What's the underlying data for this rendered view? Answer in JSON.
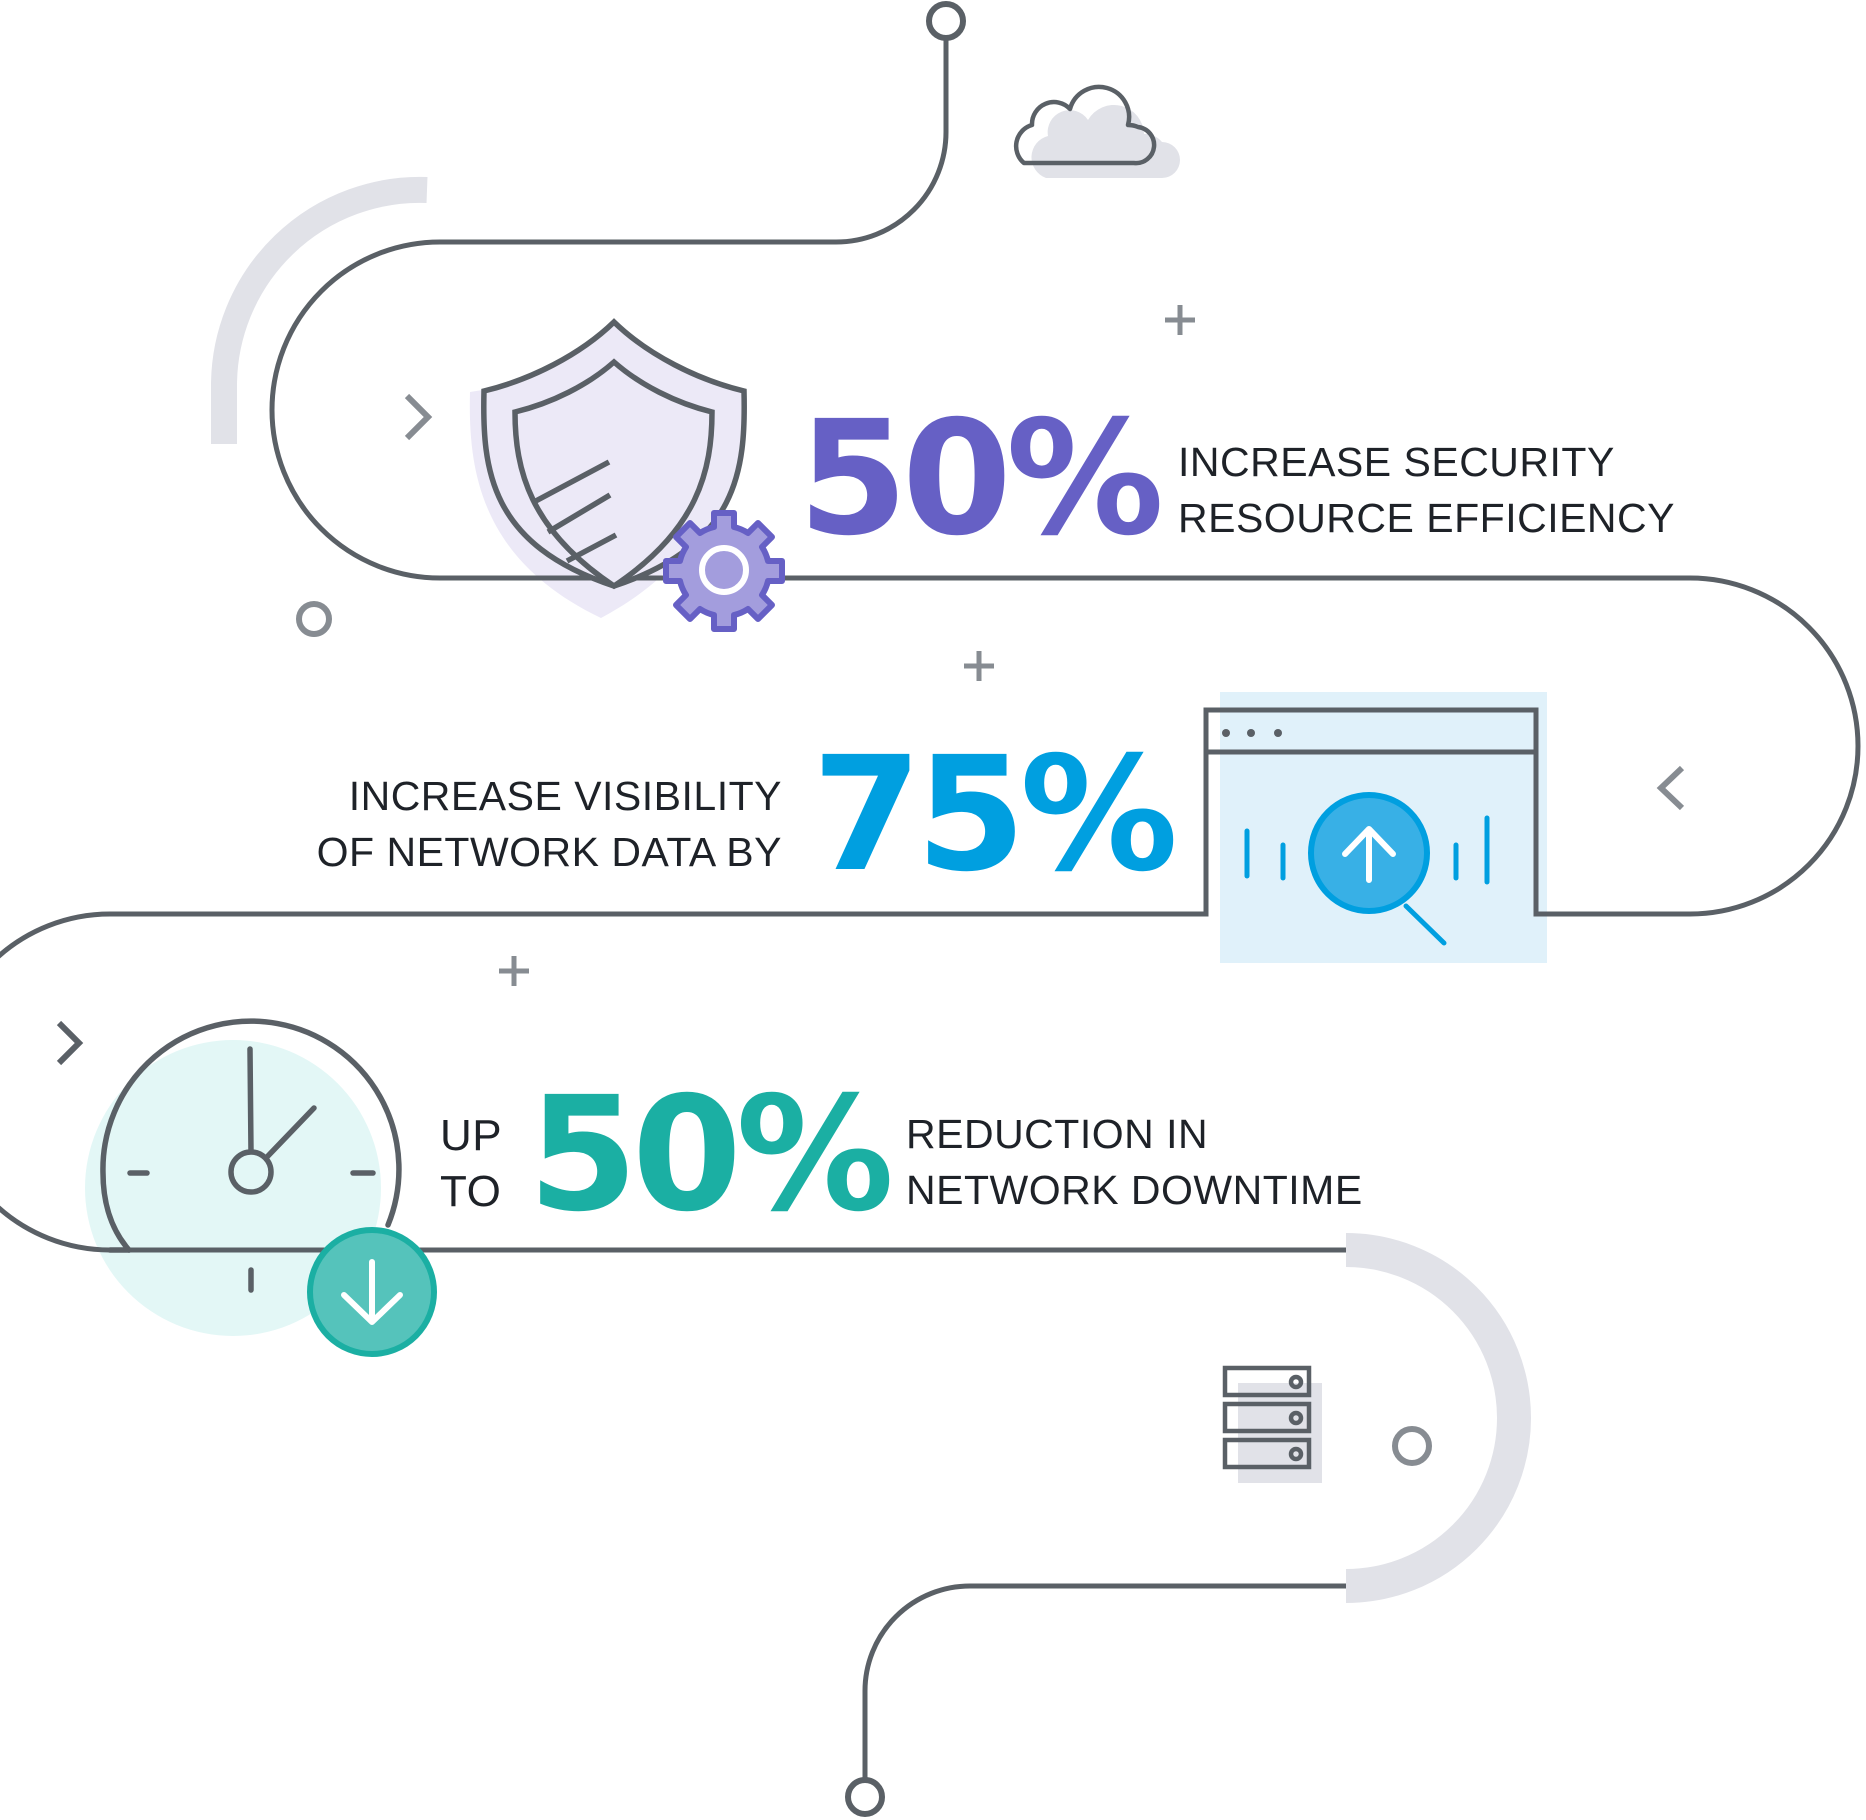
{
  "colors": {
    "path": "#5a6066",
    "muted_gray": "#e1e2e8",
    "purple": "#6660c5",
    "purple_light": "#ece9f7",
    "purple_gear_fill": "#a39ddd",
    "blue": "#009fe0",
    "blue_light": "#e0f1fa",
    "blue_circle_fill": "#38b0e6",
    "teal": "#1bafa3",
    "teal_light": "#e3f7f6",
    "teal_circle_fill": "#55c3bb",
    "text": "#1e2228",
    "accent_gray": "#878c92"
  },
  "stats": [
    {
      "value": "50%",
      "label_line1": "INCREASE SECURITY",
      "label_line2": "RESOURCE EFFICIENCY",
      "icon": "shield-with-gear-icon"
    },
    {
      "value": "75%",
      "label_line1": "INCREASE VISIBILITY",
      "label_line2": "OF NETWORK DATA BY",
      "icon": "browser-window-magnifier-icon"
    },
    {
      "value": "50%",
      "prefix_line1": "UP",
      "prefix_line2": "TO",
      "label_line1": "REDUCTION IN",
      "label_line2": "NETWORK DOWNTIME",
      "icon": "clock-with-download-icon"
    }
  ],
  "decorations": [
    "cloud-icon",
    "server-stack-icon",
    "plus-icon",
    "chevron-icon",
    "ring-icon"
  ]
}
